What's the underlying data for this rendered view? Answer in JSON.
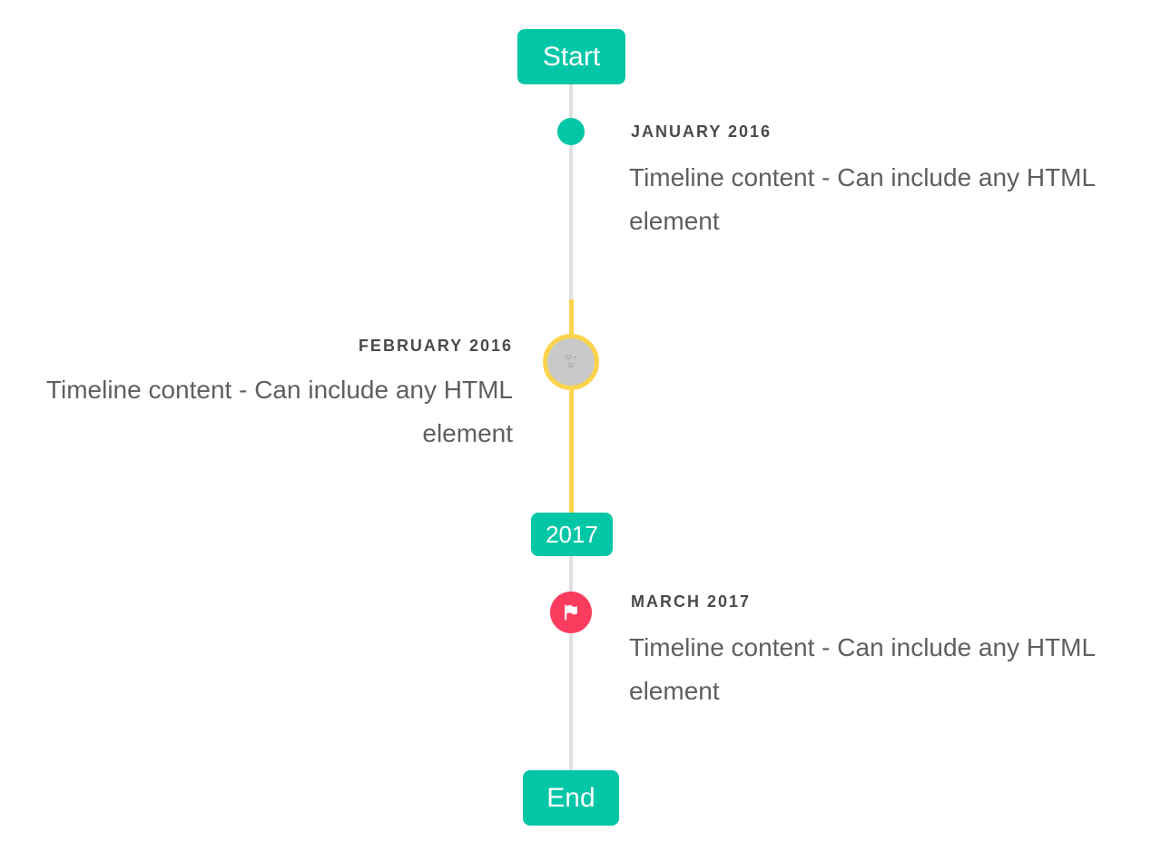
{
  "colors": {
    "accent_teal": "#03c6a6",
    "accent_yellow": "#fdd54f",
    "accent_red": "#fb3c5f",
    "rail_gray": "#e0e0e0",
    "title_text": "#4a4a4a",
    "body_text": "#5f5f5f",
    "image_circle_fill": "#c9c9c9"
  },
  "timeline": {
    "start_label": "Start",
    "end_label": "End",
    "year_divider_label": "2017",
    "items": [
      {
        "title": "JANUARY 2016",
        "content": "Timeline content - Can include any HTML element",
        "side": "right",
        "marker": "teal-dot"
      },
      {
        "title": "FEBRUARY 2016",
        "content": "Timeline content - Can include any HTML element",
        "side": "left",
        "marker": "image-circle-yellow-ring",
        "marker_placeholder_label": "32 × 32"
      },
      {
        "title": "MARCH 2017",
        "content": "Timeline content - Can include any HTML element",
        "side": "right",
        "marker": "red-flag-circle"
      }
    ]
  }
}
